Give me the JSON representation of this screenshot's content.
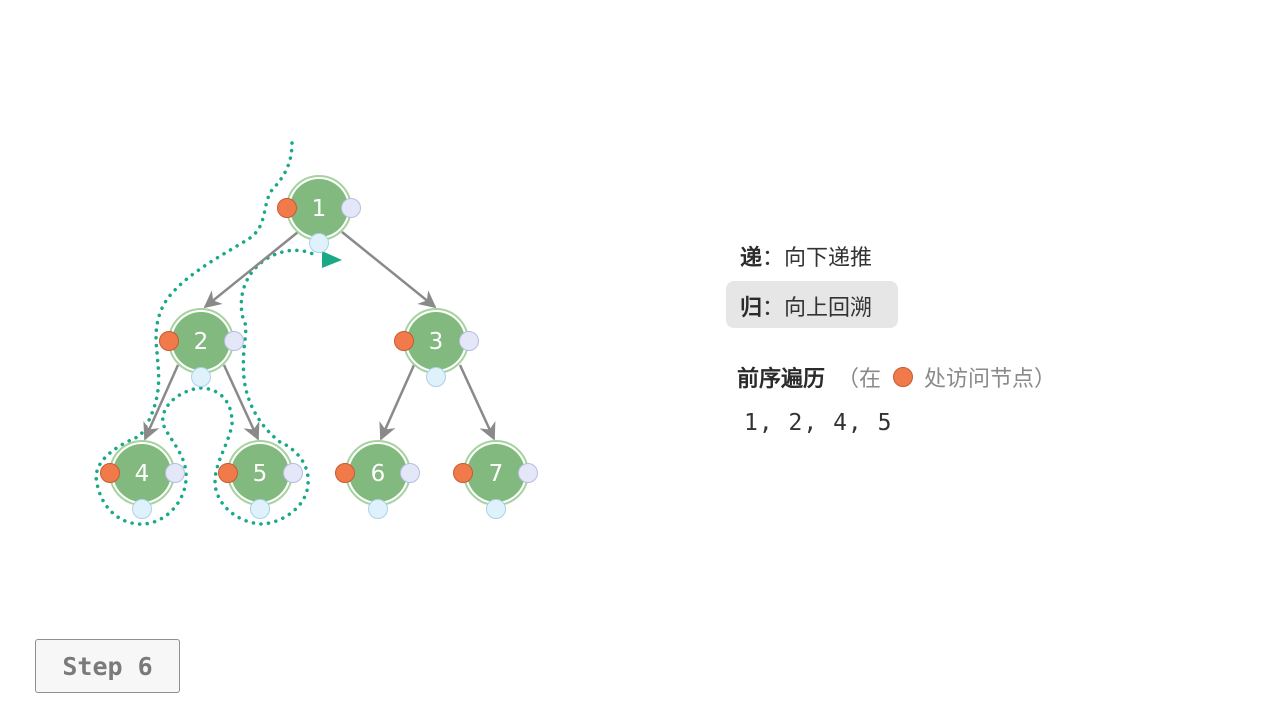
{
  "legend": {
    "down_key": "递",
    "down_text": "：向下递推",
    "up_key": "归",
    "up_text": "：向上回溯"
  },
  "traversal": {
    "title": "前序遍历",
    "hint_open": "（在",
    "hint_close": "处访问节点）",
    "result": "1, 2, 4, 5"
  },
  "step_label": "Step 6",
  "tree": {
    "nodes": [
      {
        "id": 1,
        "label": "1"
      },
      {
        "id": 2,
        "label": "2"
      },
      {
        "id": 3,
        "label": "3"
      },
      {
        "id": 4,
        "label": "4"
      },
      {
        "id": 5,
        "label": "5"
      },
      {
        "id": 6,
        "label": "6"
      },
      {
        "id": 7,
        "label": "7"
      }
    ],
    "edges": [
      [
        1,
        2
      ],
      [
        1,
        3
      ],
      [
        2,
        4
      ],
      [
        2,
        5
      ],
      [
        3,
        6
      ],
      [
        3,
        7
      ]
    ]
  },
  "colors": {
    "node_fill": "#82b97e",
    "node_ring": "#a6d3a0",
    "edge": "#8a8a8a",
    "preorder_dot": "#f07a4a",
    "inorder_dot": "#dff1fb",
    "postorder_dot": "#e4e7f8",
    "path": "#1aa987"
  }
}
